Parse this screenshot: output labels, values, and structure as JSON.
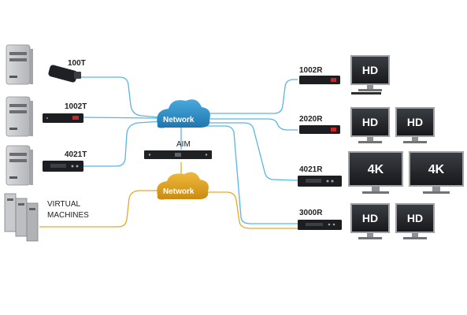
{
  "colors": {
    "blue_line": "#58b6e2",
    "orange_line": "#e2ab2a",
    "cloud_blue": "#2f8ec6",
    "cloud_orange": "#e0a21f"
  },
  "network_blue": {
    "label": "Network"
  },
  "network_orange": {
    "label": "Network"
  },
  "aim": {
    "label": "AIM"
  },
  "transmitters": [
    {
      "label": "100T"
    },
    {
      "label": "1002T"
    },
    {
      "label": "4021T"
    }
  ],
  "virtual_machines": {
    "line1": "VIRTUAL",
    "line2": "MACHINES"
  },
  "receivers": [
    {
      "label": "1002R",
      "monitors": [
        "HD"
      ]
    },
    {
      "label": "2020R",
      "monitors": [
        "HD",
        "HD"
      ]
    },
    {
      "label": "4021R",
      "monitors": [
        "4K",
        "4K"
      ]
    },
    {
      "label": "3000R",
      "monitors": [
        "HD",
        "HD"
      ]
    }
  ]
}
